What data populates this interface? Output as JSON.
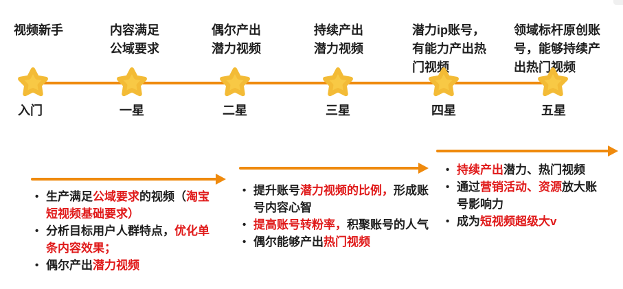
{
  "colors": {
    "orange": "#EF8A0D",
    "star_fill": "#F8C945",
    "star_edge": "#F3BB36",
    "red": "#E01A1A",
    "black": "#1E1E1E"
  },
  "timeline": {
    "stages": [
      {
        "title": "视频新手",
        "label": "入门"
      },
      {
        "title": "内容满足\n公域要求",
        "label": "一星"
      },
      {
        "title": "偶尔产出\n潜力视频",
        "label": "二星"
      },
      {
        "title": "持续产出\n潜力视频",
        "label": "三星"
      },
      {
        "title": "潜力ip账号，\n有能力产出热\n门视频",
        "label": "四星"
      },
      {
        "title": "领域标杆原创账\n号，能够持续产\n出热门视频",
        "label": "五星"
      }
    ]
  },
  "phases": [
    {
      "bullets": [
        {
          "segments": [
            {
              "text": "生产满足",
              "color": "black"
            },
            {
              "text": "公域要求",
              "color": "red"
            },
            {
              "text": "的视频（",
              "color": "black"
            },
            {
              "text": "淘宝\n短视频基础要求）",
              "color": "red"
            }
          ]
        },
        {
          "segments": [
            {
              "text": "分析目标用户人群特点，",
              "color": "black"
            },
            {
              "text": "优化单\n条内容效果；",
              "color": "red"
            }
          ]
        },
        {
          "segments": [
            {
              "text": "偶尔产出",
              "color": "black"
            },
            {
              "text": "潜力视频",
              "color": "red"
            }
          ]
        }
      ]
    },
    {
      "bullets": [
        {
          "segments": [
            {
              "text": "提升账号",
              "color": "black"
            },
            {
              "text": "潜力视频的比例，",
              "color": "red"
            },
            {
              "text": "形成账\n号内容心智",
              "color": "black"
            }
          ]
        },
        {
          "segments": [
            {
              "text": "提高账号转粉率，",
              "color": "red"
            },
            {
              "text": "积聚账号的人气",
              "color": "black"
            }
          ]
        },
        {
          "segments": [
            {
              "text": "偶尔能够产出",
              "color": "black"
            },
            {
              "text": "热门视频",
              "color": "red"
            }
          ]
        }
      ]
    },
    {
      "bullets": [
        {
          "segments": [
            {
              "text": "持续产出",
              "color": "red"
            },
            {
              "text": "潜力、热门视频",
              "color": "black"
            }
          ]
        },
        {
          "segments": [
            {
              "text": "通过",
              "color": "black"
            },
            {
              "text": "营销活动、资源",
              "color": "red"
            },
            {
              "text": "放大账\n号影响力",
              "color": "black"
            }
          ]
        },
        {
          "segments": [
            {
              "text": "成为",
              "color": "black"
            },
            {
              "text": "短视频超级大v",
              "color": "red"
            }
          ]
        }
      ]
    }
  ]
}
